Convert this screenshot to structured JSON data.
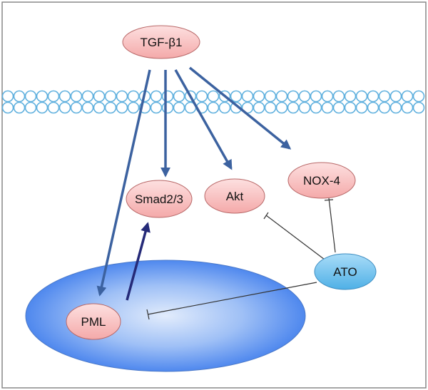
{
  "nodes": {
    "tgf": {
      "label": "TGF-β1"
    },
    "smad": {
      "label": "Smad2/3"
    },
    "akt": {
      "label": "Akt"
    },
    "nox": {
      "label": "NOX-4"
    },
    "ato": {
      "label": "ATO"
    },
    "pml": {
      "label": "PML"
    }
  },
  "colors": {
    "node_fill": "#f7b9b9",
    "node_stroke": "#b86868",
    "ato_fill": "#6fc3ef",
    "membrane": "#5fb0de",
    "activation_arrow": "#3c62a0",
    "pml_arrow": "#252a78",
    "inhibition": "#333333",
    "nucleus_center": "#d8e6fb",
    "nucleus_edge": "#4f8cf0",
    "frame": "#888888"
  }
}
